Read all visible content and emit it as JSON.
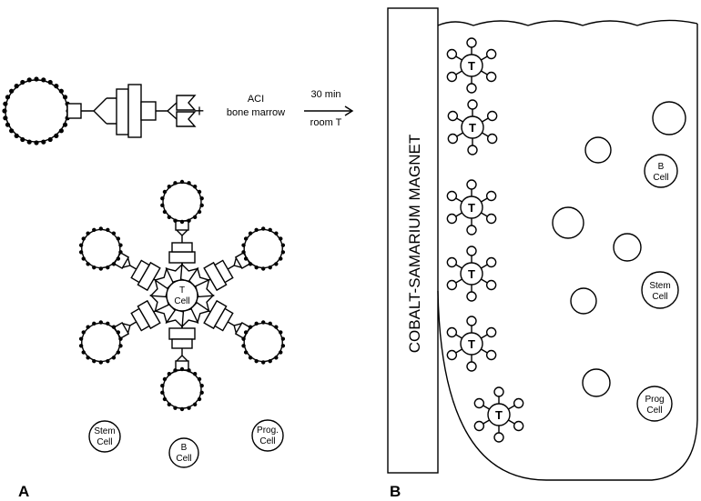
{
  "panel_a": {
    "label": "A",
    "reagent_line1": "ACI",
    "reagent_line2": "bone marrow",
    "arrow_top": "30 min",
    "arrow_bottom": "room T",
    "plus": "+",
    "center_cell_line1": "T",
    "center_cell_line2": "Cell",
    "stem_line1": "Stem",
    "stem_line2": "Cell",
    "b_line1": "B",
    "b_line2": "Cell",
    "prog_line1": "Prog.",
    "prog_line2": "Cell"
  },
  "panel_b": {
    "label": "B",
    "magnet_label": "COBALT-SAMARIUM MAGNET",
    "t_cell_label": "T",
    "b_line1": "B",
    "b_line2": "Cell",
    "stem_line1": "Stem",
    "stem_line2": "Cell",
    "prog_line1": "Prog",
    "prog_line2": "Cell"
  }
}
